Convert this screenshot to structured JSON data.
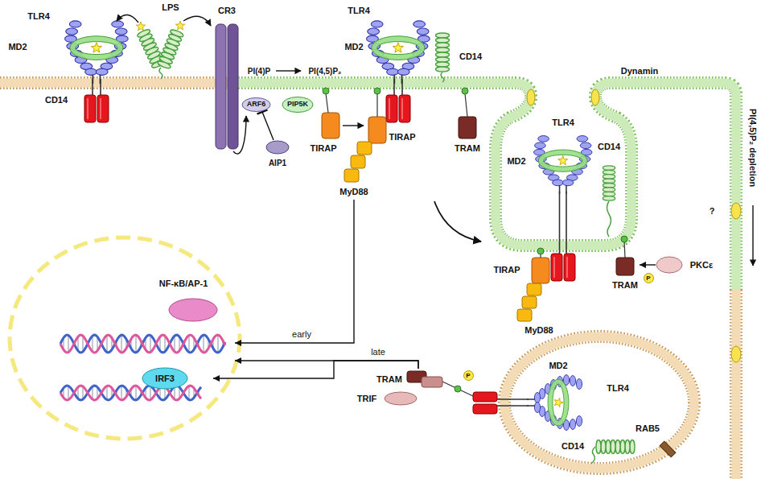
{
  "diagram": {
    "nodes": [
      {
        "text": [
          "ARF6"
        ]
      },
      {
        "text": [
          "PIP5K"
        ]
      },
      {
        "text": [
          "AIP1"
        ]
      },
      {
        "text": [
          "MyD88"
        ]
      },
      {
        "text": [
          "TRAM"
        ]
      },
      {
        "text": [
          "PKCε"
        ]
      },
      {
        "text": [
          "NF-κB/AP-1"
        ]
      },
      {
        "text": [
          "TRAM"
        ]
      },
      {
        "text": [
          "IRF3"
        ]
      },
      {
        "text": [
          "TRIF"
        ]
      }
    ],
    "edges": [
      {
        "from": 2,
        "to": 0,
        "arrow": "to"
      },
      {
        "from": 5,
        "to": 4,
        "arrow": "to"
      },
      {
        "from": 3,
        "to": 6,
        "label": "early",
        "arrow": "to"
      },
      {
        "from": 7,
        "to": 6,
        "label": "late",
        "arrow": "to"
      },
      {
        "from": 7,
        "to": 8,
        "arrow": "to"
      }
    ],
    "labels": [
      "LPS",
      "TLR4",
      "CR3",
      "TLR4",
      "MD2",
      "MD2",
      "CD14",
      "PI(4)P",
      "PI(4,5)P₂",
      "Dynamin",
      "CD14",
      "TLR4",
      "TIRAP",
      "CD14",
      "TIRAP",
      "TRAM",
      "MD2",
      "?",
      "PI(4,5)P₂ depletion",
      "TIRAP",
      "P",
      "MyD88",
      "MD2",
      "TLR4",
      "P",
      "RAB5",
      "CD14"
    ]
  }
}
